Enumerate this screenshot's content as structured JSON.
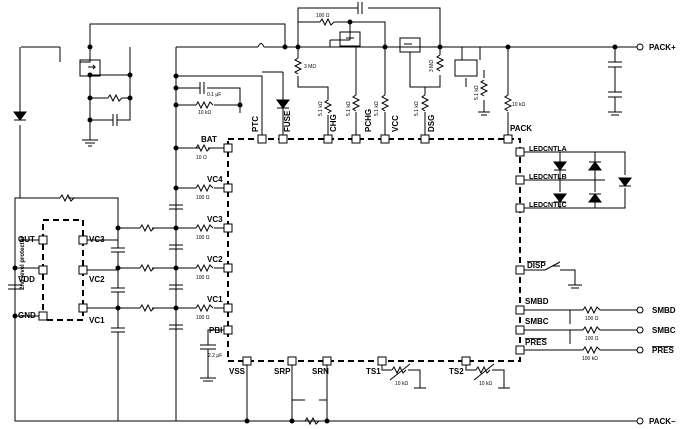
{
  "pins": {
    "bat": "BAT",
    "vc4": "VC4",
    "vc3": "VC3",
    "vc2": "VC2",
    "vc1": "VC1",
    "pbi": "PBI",
    "vss": "VSS",
    "srp": "SRP",
    "srn": "SRN",
    "ts1": "TS1",
    "ts2": "TS2",
    "ptc": "PTC",
    "fuse": "FUSE",
    "chg": "CHG",
    "pchg": "PCHG",
    "vcc": "VCC",
    "dsg": "DSG",
    "pack": "PACK",
    "ledcntla": "LEDCNTLA",
    "ledcntlb": "LEDCNTLB",
    "ledcntlc": "LEDCNTLC",
    "disp": "DISP",
    "smbd": "SMBD",
    "smbc": "SMBC",
    "pres": "PRES"
  },
  "protector": {
    "title": "2nd level protector",
    "out": "OUT",
    "vdd": "VDD",
    "gnd": "GND",
    "vc3": "VC3",
    "vc2": "VC2",
    "vc1": "VC1"
  },
  "terminals": {
    "pack_plus": "PACK+",
    "pack_minus": "PACK–",
    "smbd": "SMBD",
    "smbc": "SMBC",
    "pres": "PRES"
  },
  "values": {
    "r_bat": "10 Ω",
    "r_vc4": "100 Ω",
    "r_vc3": "100 Ω",
    "r_vc2": "100 Ω",
    "r_vc1": "100 Ω",
    "c_ptc": "0.1 μF",
    "r_ptc": "10 kΩ",
    "c_pbi": "2.2 μF",
    "r_top": "100 Ω",
    "r_3m_left": "3 MΩ",
    "r_3m_right": "3 MΩ",
    "r_chg": "5.1 kΩ",
    "r_pchg": "5.1 kΩ",
    "r_vcc": "5.1 kΩ",
    "r_dsg": "5.1 kΩ",
    "r_dsg_gate": "5.1 kΩ",
    "r_pack": "10 kΩ",
    "r_smbd": "100 Ω",
    "r_smbc": "100 Ω",
    "r_pres": "100 kΩ",
    "r_ts1": "10 kΩ",
    "r_ts2": "10 kΩ"
  }
}
